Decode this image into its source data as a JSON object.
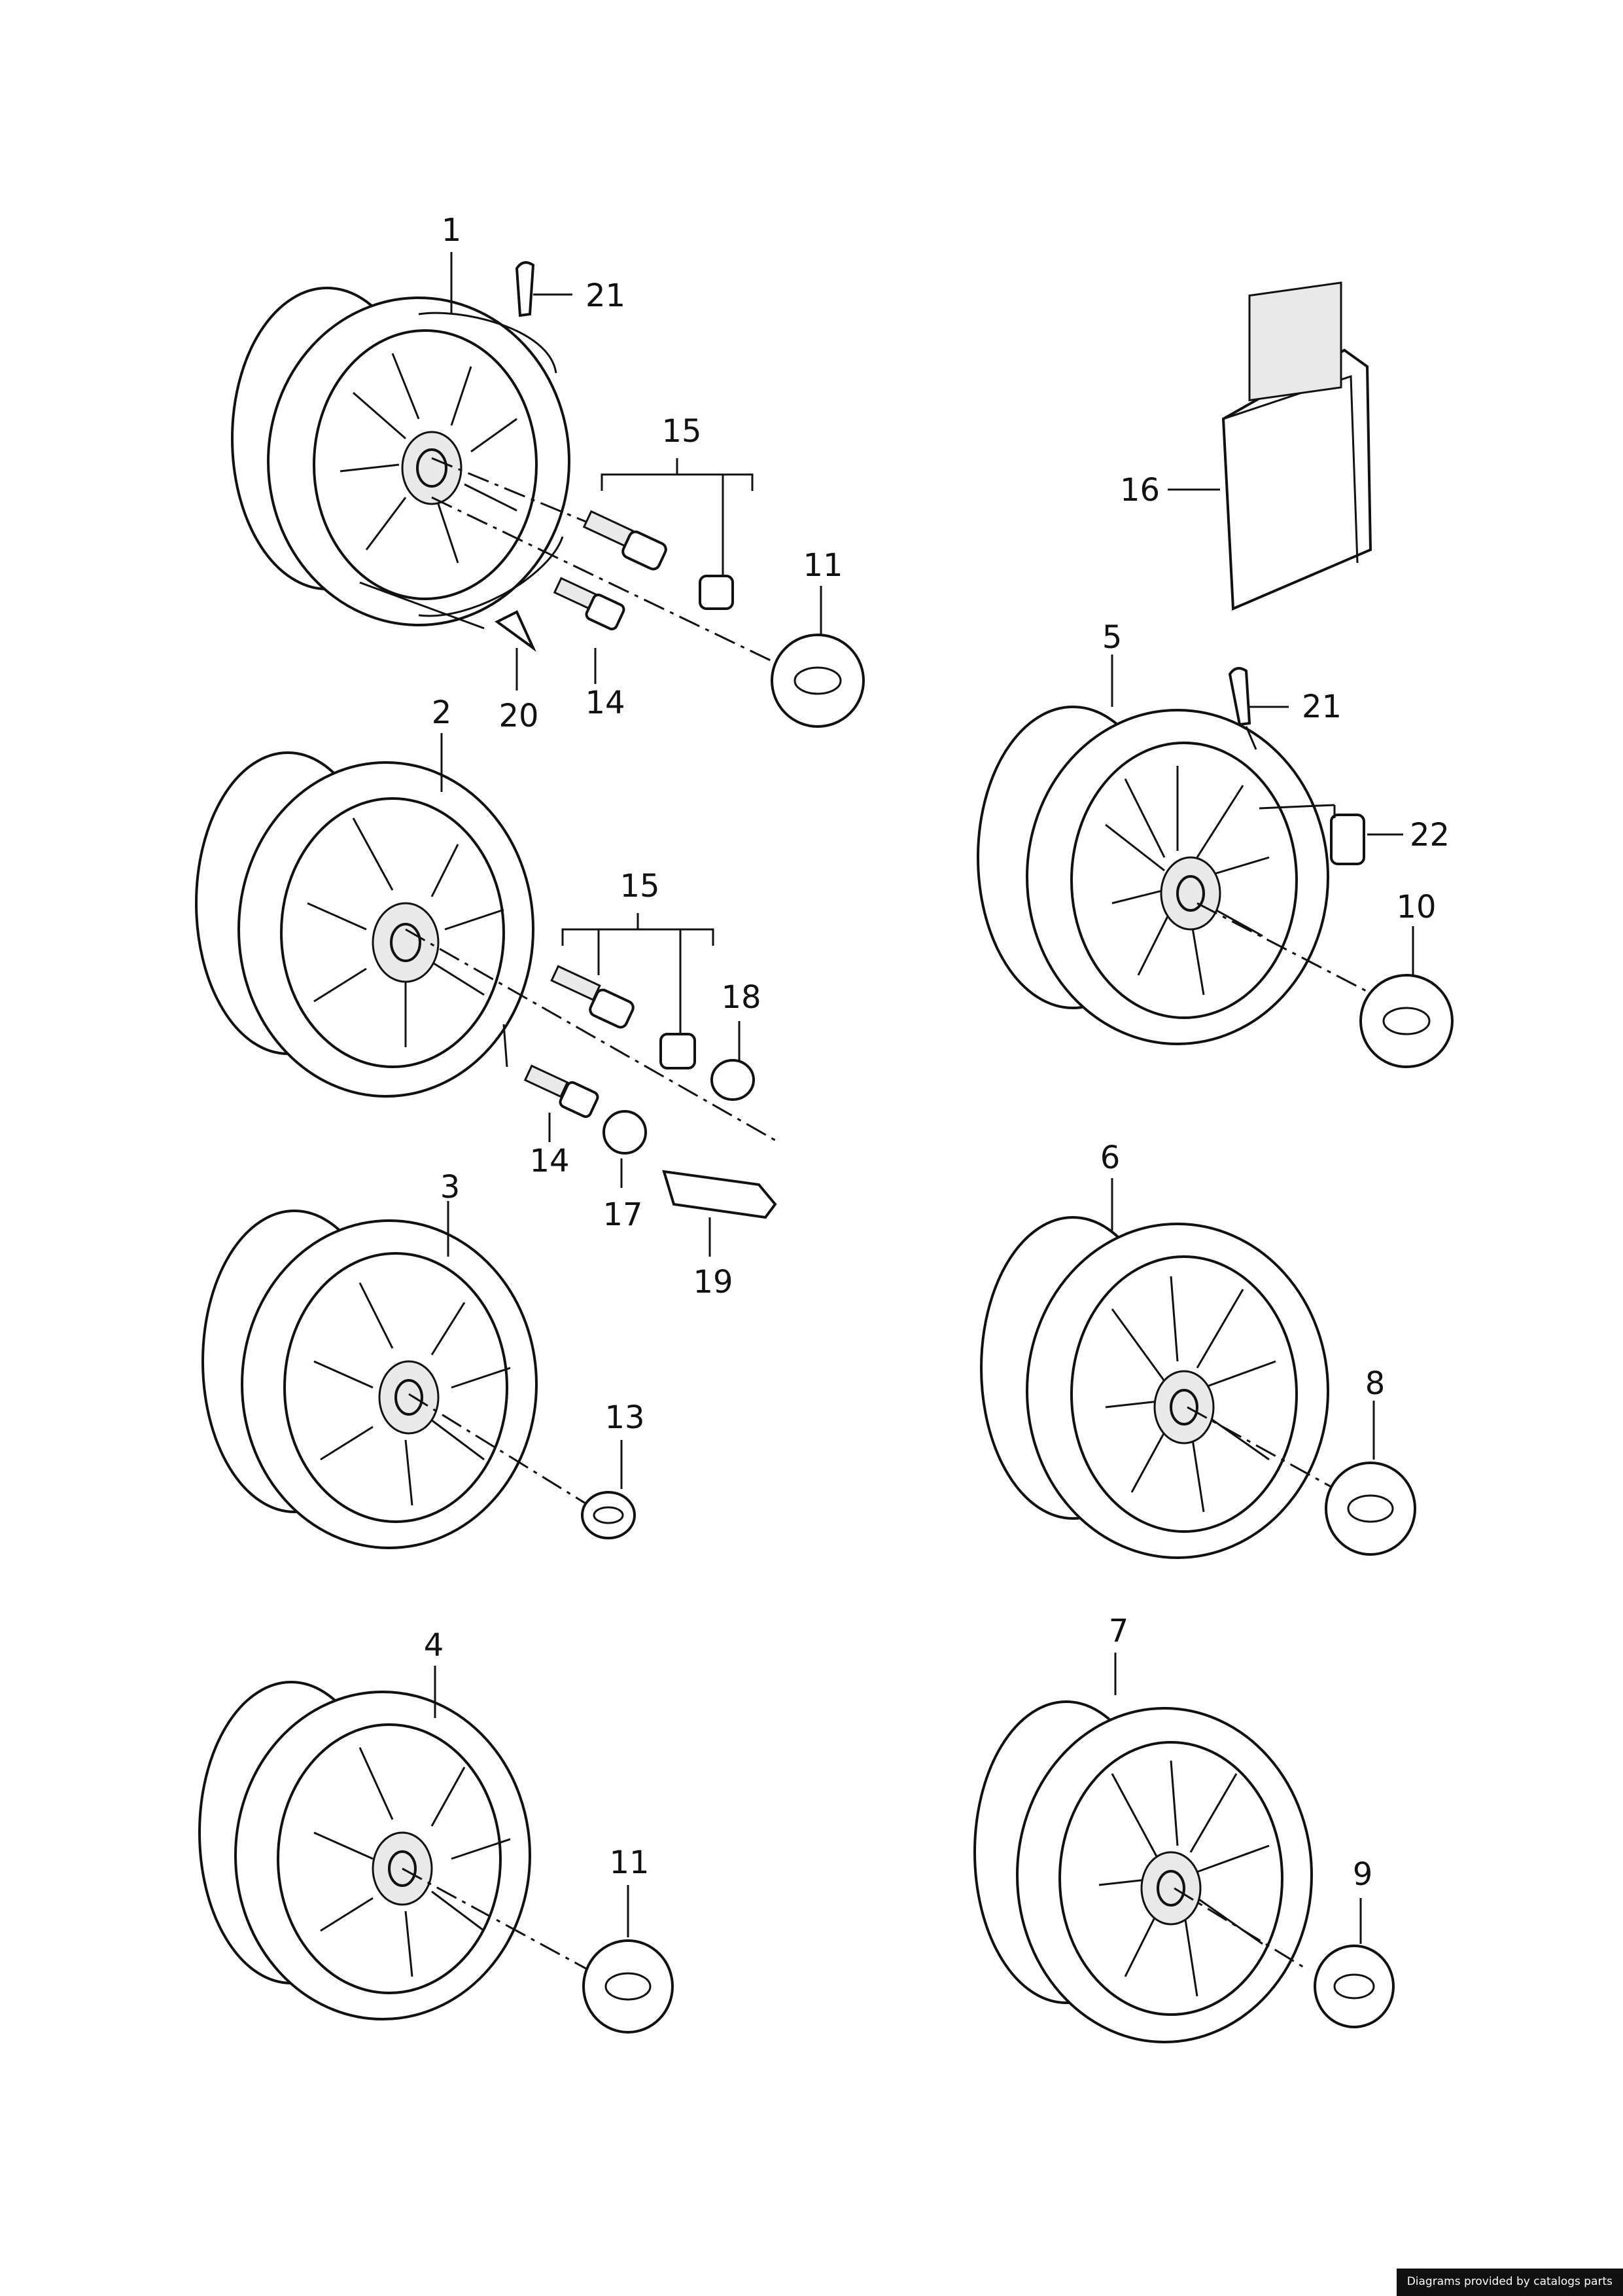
{
  "callouts": [
    {
      "id": "c1",
      "text": "1"
    },
    {
      "id": "c21a",
      "text": "21"
    },
    {
      "id": "c15a",
      "text": "15"
    },
    {
      "id": "c16",
      "text": "16"
    },
    {
      "id": "c11a",
      "text": "11"
    },
    {
      "id": "c14a",
      "text": "14"
    },
    {
      "id": "c20",
      "text": "20"
    },
    {
      "id": "c5",
      "text": "5"
    },
    {
      "id": "c21b",
      "text": "21"
    },
    {
      "id": "c22",
      "text": "22"
    },
    {
      "id": "c2",
      "text": "2"
    },
    {
      "id": "c15b",
      "text": "15"
    },
    {
      "id": "c18",
      "text": "18"
    },
    {
      "id": "c10",
      "text": "10"
    },
    {
      "id": "c14b",
      "text": "14"
    },
    {
      "id": "c17",
      "text": "17"
    },
    {
      "id": "c19",
      "text": "19"
    },
    {
      "id": "c3",
      "text": "3"
    },
    {
      "id": "c6",
      "text": "6"
    },
    {
      "id": "c13",
      "text": "13"
    },
    {
      "id": "c8",
      "text": "8"
    },
    {
      "id": "c4",
      "text": "4"
    },
    {
      "id": "c7",
      "text": "7"
    },
    {
      "id": "c11b",
      "text": "11"
    },
    {
      "id": "c9",
      "text": "9"
    }
  ],
  "footer": {
    "text": "Diagrams provided by catalogs parts"
  }
}
